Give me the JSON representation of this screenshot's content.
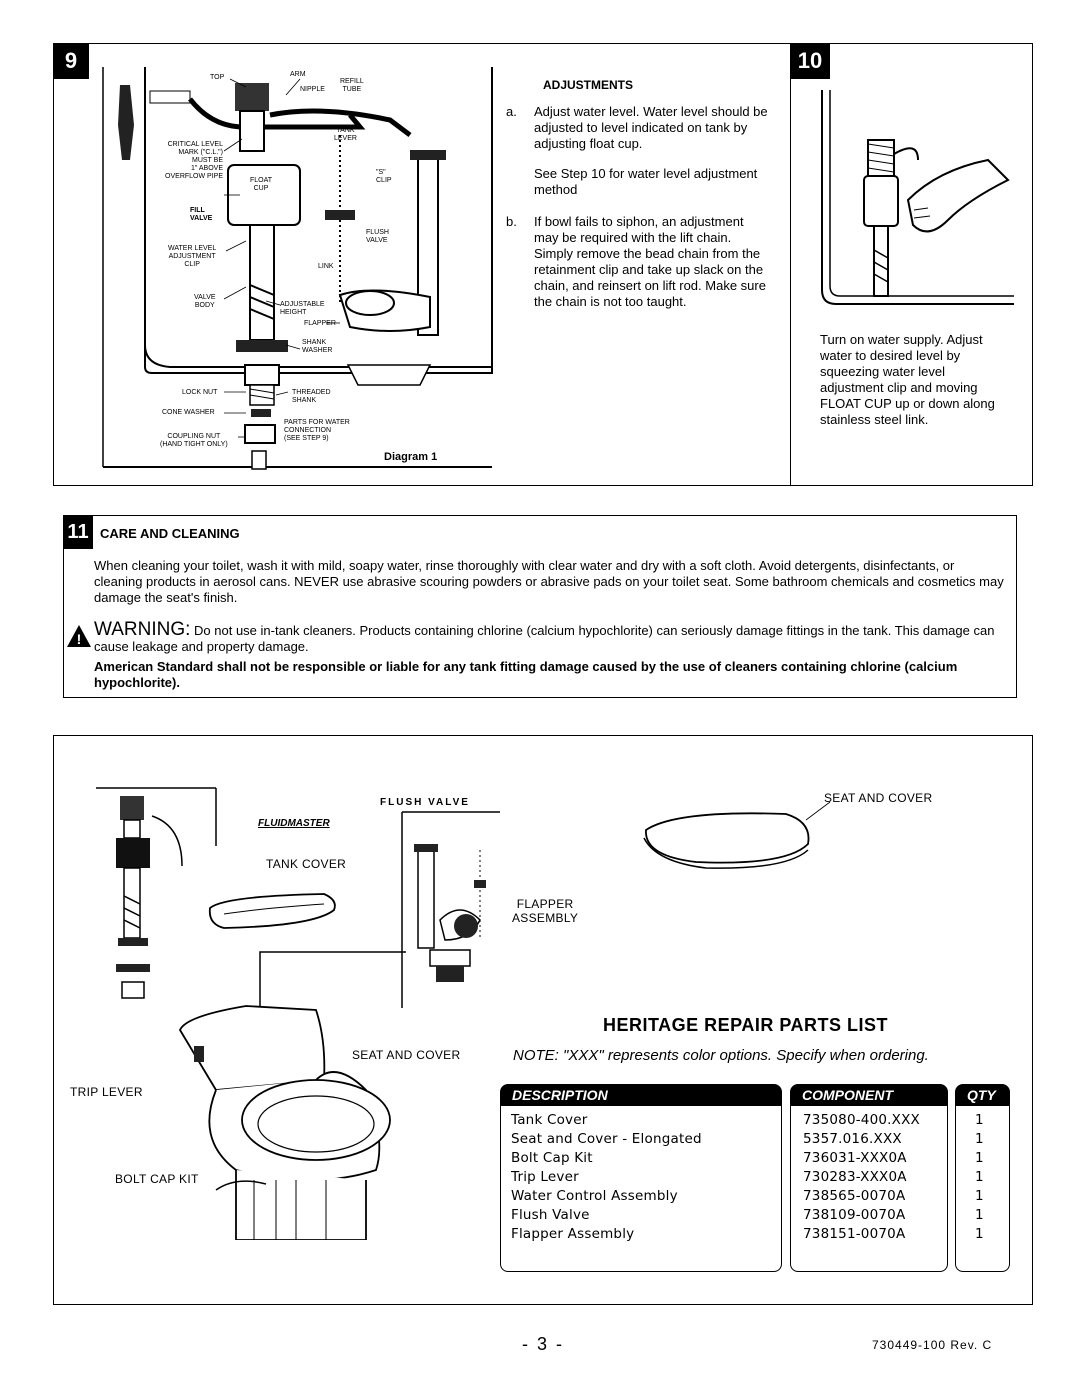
{
  "step9": {
    "number": "9",
    "adjustments": {
      "heading": "ADJUSTMENTS",
      "a_marker": "a.",
      "a_text": "Adjust water level. Water level should be adjusted to level indicated on tank by adjusting float cup.",
      "a_note": "See Step 10 for water level adjustment method",
      "b_marker": "b.",
      "b_text": "If bowl fails to siphon, an adjustment may be required with the lift chain. Simply remove the bead chain from the retainment clip and take up slack on the chain, and reinsert on lift rod. Make sure the chain is not too taught."
    },
    "diagram": {
      "caption": "Diagram 1",
      "labels": {
        "top": "TOP",
        "arm": "ARM",
        "nipple": "NIPPLE",
        "refill_tube": "REFILL\nTUBE",
        "tank_lever": "TANK\nLEVER",
        "critical_level": "CRITICAL LEVEL\nMARK (\"C.L.\")\nMUST BE\n1\" ABOVE\nOVERFLOW PIPE",
        "float_cup": "FLOAT\nCUP",
        "s_clip": "\"S\"\nCLIP",
        "fill_valve": "FILL\nVALVE",
        "flush_valve": "FLUSH\nVALVE",
        "water_level_clip": "WATER LEVEL\nADJUSTMENT\nCLIP",
        "link": "LINK",
        "valve_body": "VALVE\nBODY",
        "adjustable_height": "ADJUSTABLE\nHEIGHT",
        "flapper": "FLAPPER",
        "shank_washer": "SHANK\nWASHER",
        "lock_nut": "LOCK NUT",
        "threaded_shank": "THREADED\nSHANK",
        "cone_washer": "CONE WASHER",
        "coupling_nut": "COUPLING NUT\n(HAND TIGHT ONLY)",
        "parts_for_water": "PARTS FOR WATER\nCONNECTION\n(SEE STEP 9)"
      }
    }
  },
  "step10": {
    "number": "10",
    "text": "Turn on water supply. Adjust water to desired level by squeezing water level adjustment clip and moving FLOAT CUP up or down along stainless steel link."
  },
  "step11": {
    "number": "11",
    "heading": "CARE AND CLEANING",
    "body": "When cleaning your toilet, wash it with mild, soapy water, rinse thoroughly with clear water and dry with a soft cloth.  Avoid detergents, disinfectants, or cleaning products in aerosol cans.  NEVER use abrasive scouring powders or abrasive pads on your toilet seat.  Some bathroom chemicals and cosmetics may damage the seat's finish.",
    "warning_icon": "!",
    "warning_label": "WARNING:",
    "warning_text": "Do not use in-tank cleaners. Products containing chlorine (calcium hypochlorite) can seriously damage fittings in the tank. This damage can cause leakage and property damage.",
    "bold_text": "American Standard shall not be responsible or liable for any tank fitting damage caused by the use of cleaners containing chlorine (calcium hypochlorite)."
  },
  "parts": {
    "labels": {
      "fluidmaster": "FLUIDMASTER",
      "flush_valve": "FLUSH VALVE",
      "tank_cover": "TANK COVER",
      "flapper_assembly": "FLAPPER\nASSEMBLY",
      "seat_cover_top": "SEAT AND COVER",
      "seat_cover": "SEAT AND COVER",
      "trip_lever": "TRIP LEVER",
      "bolt_cap_kit": "BOLT CAP KIT"
    },
    "title": "HERITAGE REPAIR PARTS LIST",
    "note": "NOTE: \"XXX\" represents color options. Specify when ordering.",
    "headers": {
      "description": "DESCRIPTION",
      "component": "COMPONENT",
      "qty": "QTY"
    },
    "rows": [
      {
        "description": "Tank Cover",
        "component": "735080-400.XXX",
        "qty": "1"
      },
      {
        "description": "Seat and Cover - Elongated",
        "component": "5357.016.XXX",
        "qty": "1"
      },
      {
        "description": "Bolt Cap Kit",
        "component": "736031-XXX0A",
        "qty": "1"
      },
      {
        "description": "Trip Lever",
        "component": "730283-XXX0A",
        "qty": "1"
      },
      {
        "description": "Water Control Assembly",
        "component": "738565-0070A",
        "qty": "1"
      },
      {
        "description": "Flush Valve",
        "component": "738109-0070A",
        "qty": "1"
      },
      {
        "description": "Flapper Assembly",
        "component": "738151-0070A",
        "qty": "1"
      }
    ]
  },
  "footer": {
    "page": "- 3 -",
    "doc_number": "730449-100 Rev. C"
  }
}
